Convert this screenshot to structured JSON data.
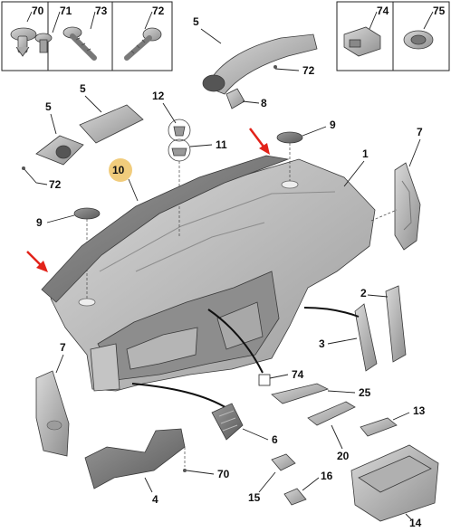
{
  "diagram": {
    "header_boxes": {
      "left": [
        "70",
        "71",
        "73",
        "72"
      ],
      "right": [
        "74",
        "75"
      ]
    },
    "callouts": {
      "c5_top": "5",
      "c72_top": "72",
      "c8": "8",
      "c5_left": "5",
      "c72_left": "72",
      "c12": "12",
      "c11": "11",
      "c9_top": "9",
      "c7_right": "7",
      "c1": "1",
      "c10": "10",
      "c9_left": "9",
      "c2": "2",
      "c3": "3",
      "c7_left": "7",
      "c74": "74",
      "c25": "25",
      "c13": "13",
      "c6": "6",
      "c20": "20",
      "c70": "70",
      "c4": "4",
      "c16": "16",
      "c15": "15",
      "c14": "14"
    },
    "colors": {
      "part_grey": "#b9b9b9",
      "part_dark": "#7d7d7d",
      "trim_strip": "#6e6e6e",
      "highlight_badge": "#f1cc7c",
      "arrow_red": "#e2231a"
    },
    "icons": [
      "red-arrow-icon",
      "red-arrow-icon"
    ]
  }
}
